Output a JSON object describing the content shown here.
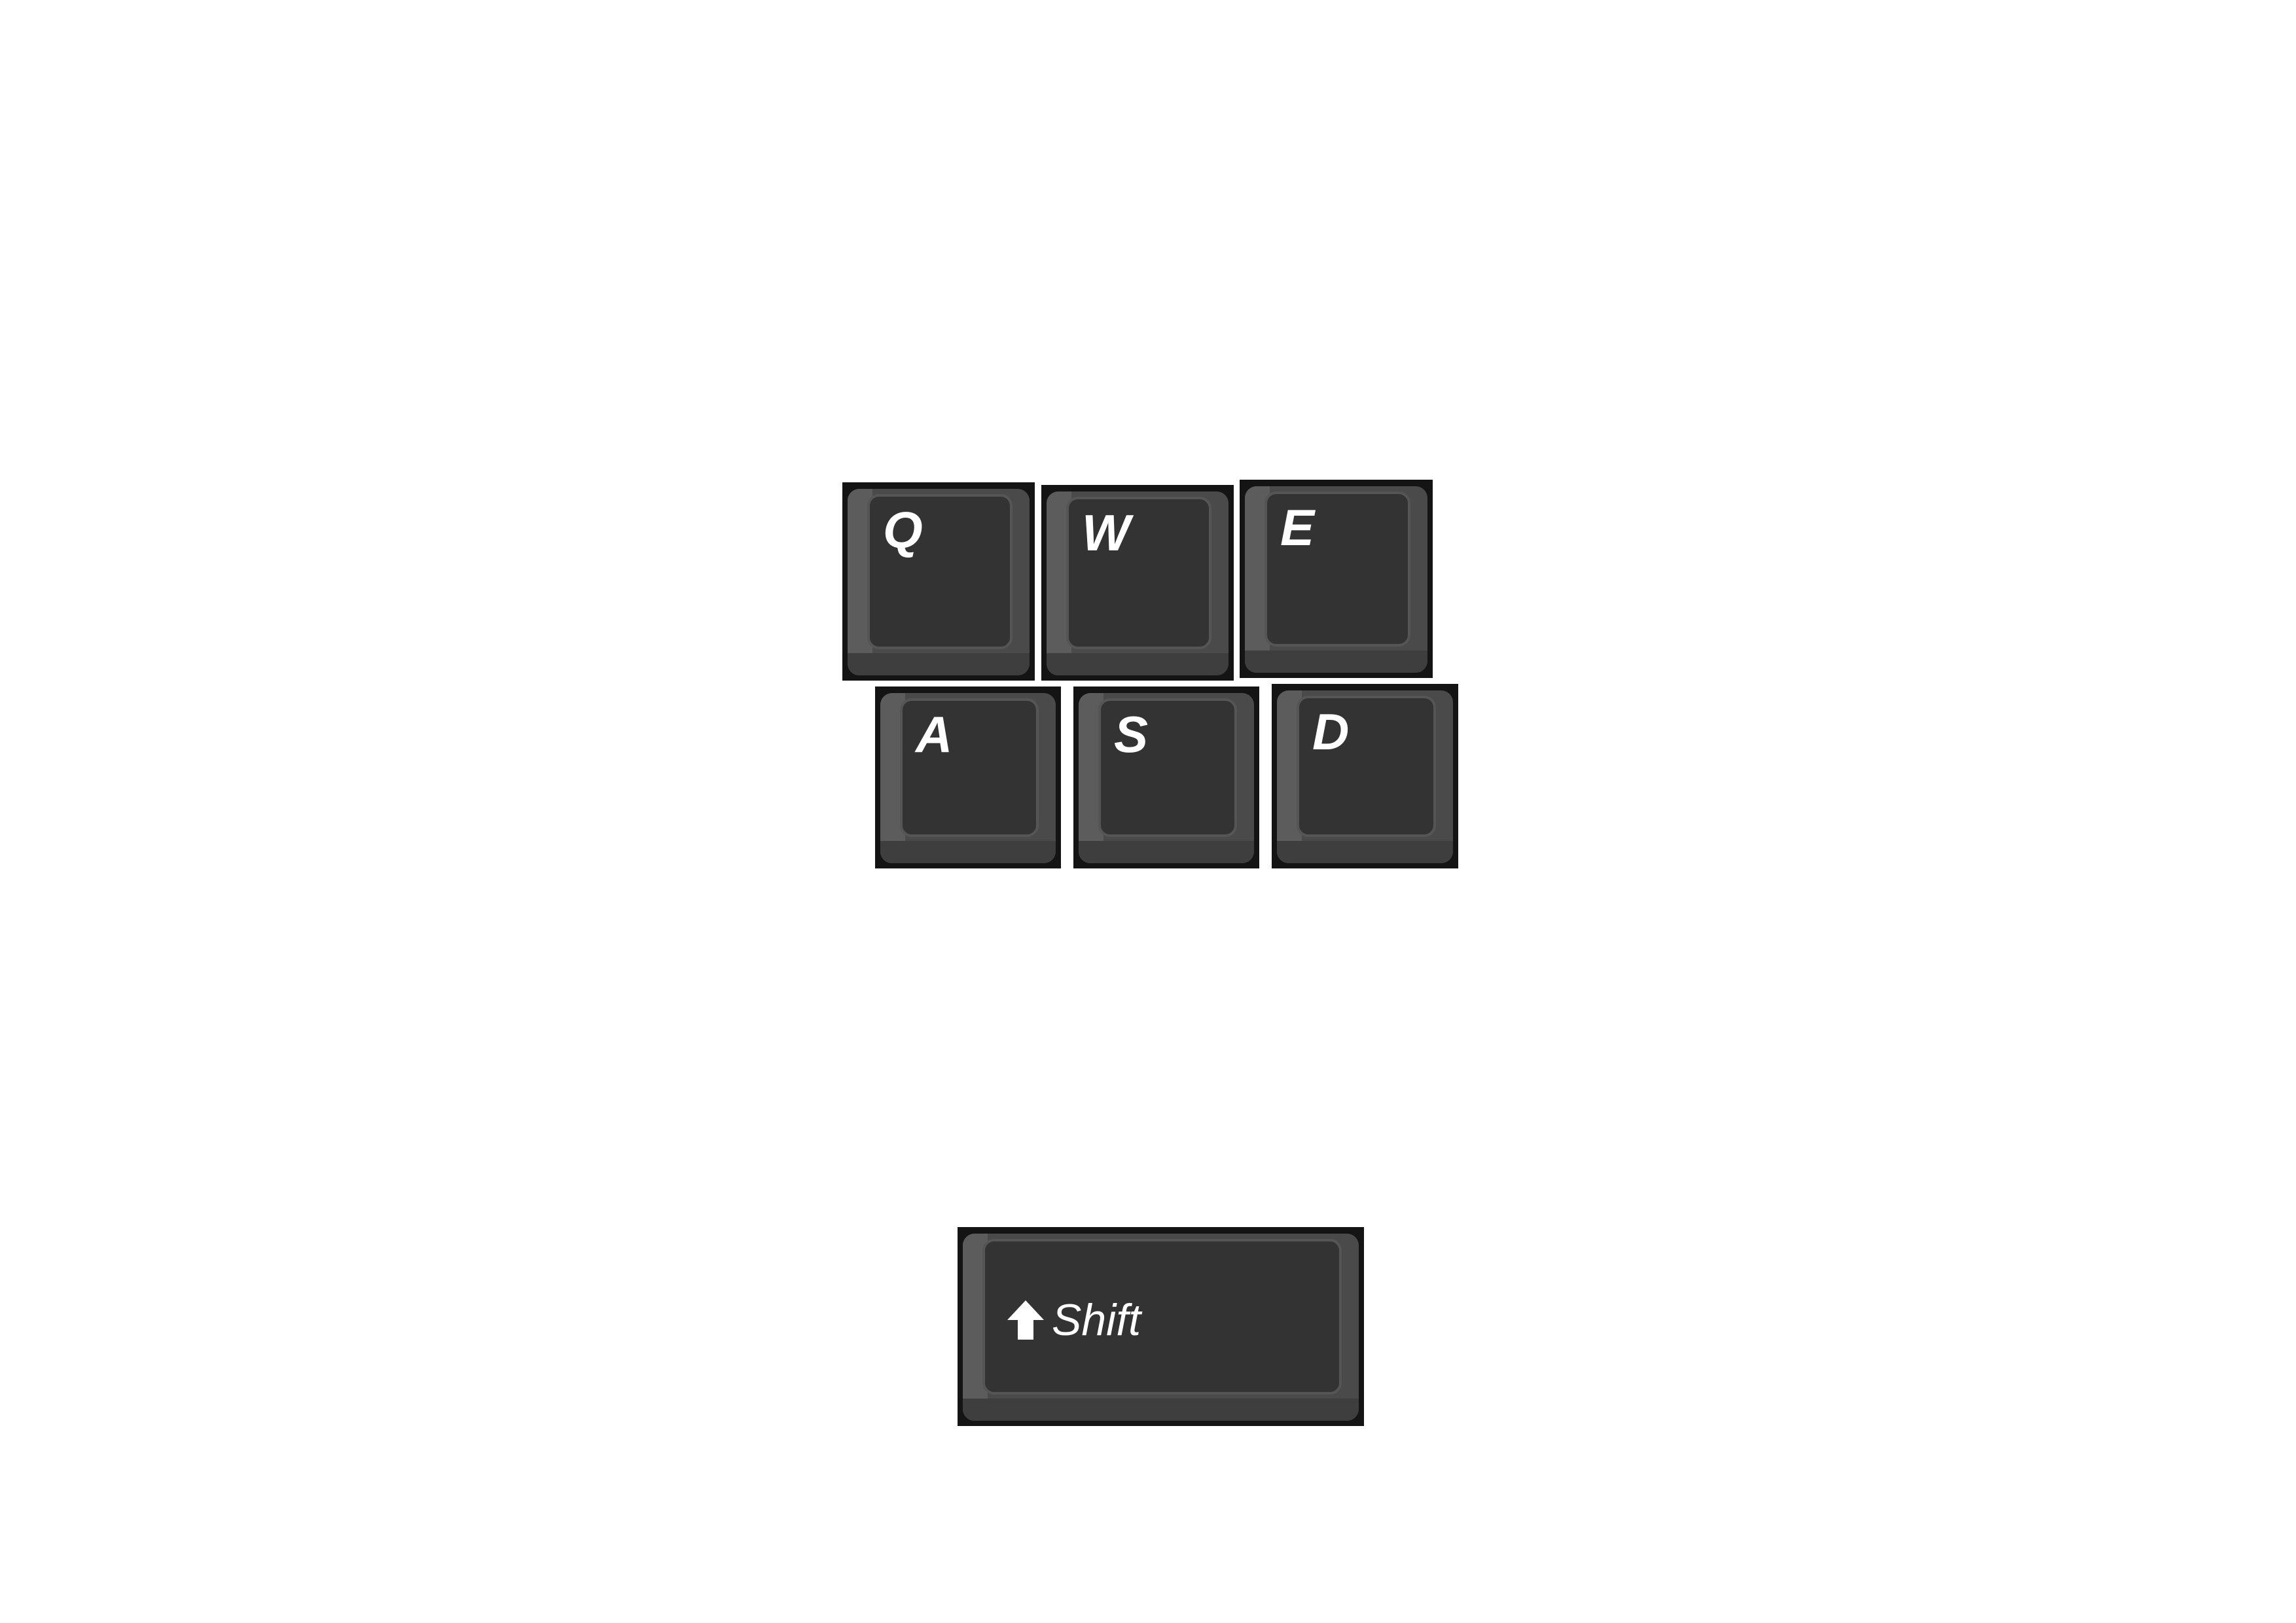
{
  "keys": {
    "q": "Q",
    "w": "W",
    "e": "E",
    "a": "A",
    "s": "S",
    "d": "D",
    "shift": "Shift"
  },
  "colors": {
    "background": "#ffffff",
    "key_face": "#333333",
    "key_label": "#ffffff"
  },
  "icons": {
    "shift": "shift-arrow-icon"
  }
}
